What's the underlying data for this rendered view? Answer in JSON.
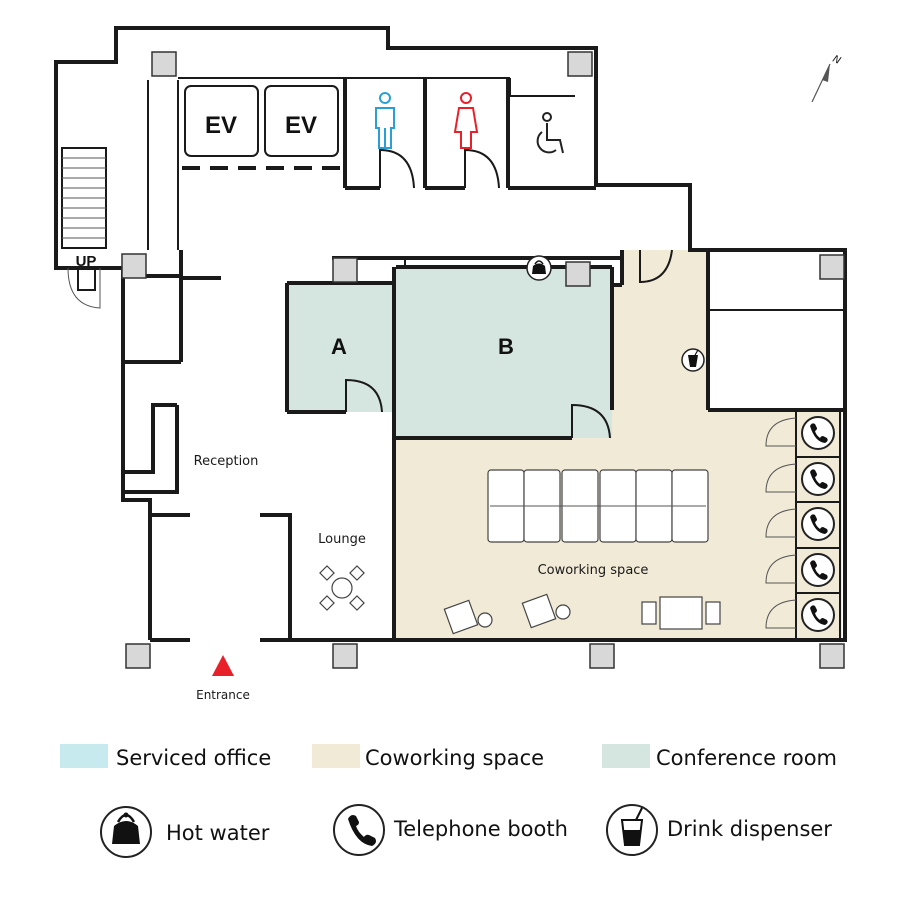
{
  "floor_plan": {
    "rooms": {
      "ev1": "EV",
      "ev2": "EV",
      "up": "UP",
      "room_a": "A",
      "room_b": "B",
      "reception": "Reception",
      "lounge": "Lounge",
      "coworking": "Coworking space",
      "entrance": "Entrance"
    },
    "compass": "N"
  },
  "legend": {
    "areas": [
      {
        "label": "Serviced office",
        "color": "#c6eaee"
      },
      {
        "label": "Coworking space",
        "color": "#f1ead6"
      },
      {
        "label": "Conference room",
        "color": "#d5e6e1"
      }
    ],
    "icons": [
      {
        "label": "Hot water",
        "icon": "kettle-icon"
      },
      {
        "label": "Telephone booth",
        "icon": "telephone-icon"
      },
      {
        "label": "Drink dispenser",
        "icon": "drink-cup-icon"
      }
    ]
  },
  "colors": {
    "coworking_fill": "#f1ead6",
    "conference_fill": "#d5e6e1",
    "serviced_fill": "#c6eaee",
    "entrance_marker": "#e8202a",
    "mens_icon": "#2a9fd6",
    "womens_icon": "#e8202a"
  }
}
